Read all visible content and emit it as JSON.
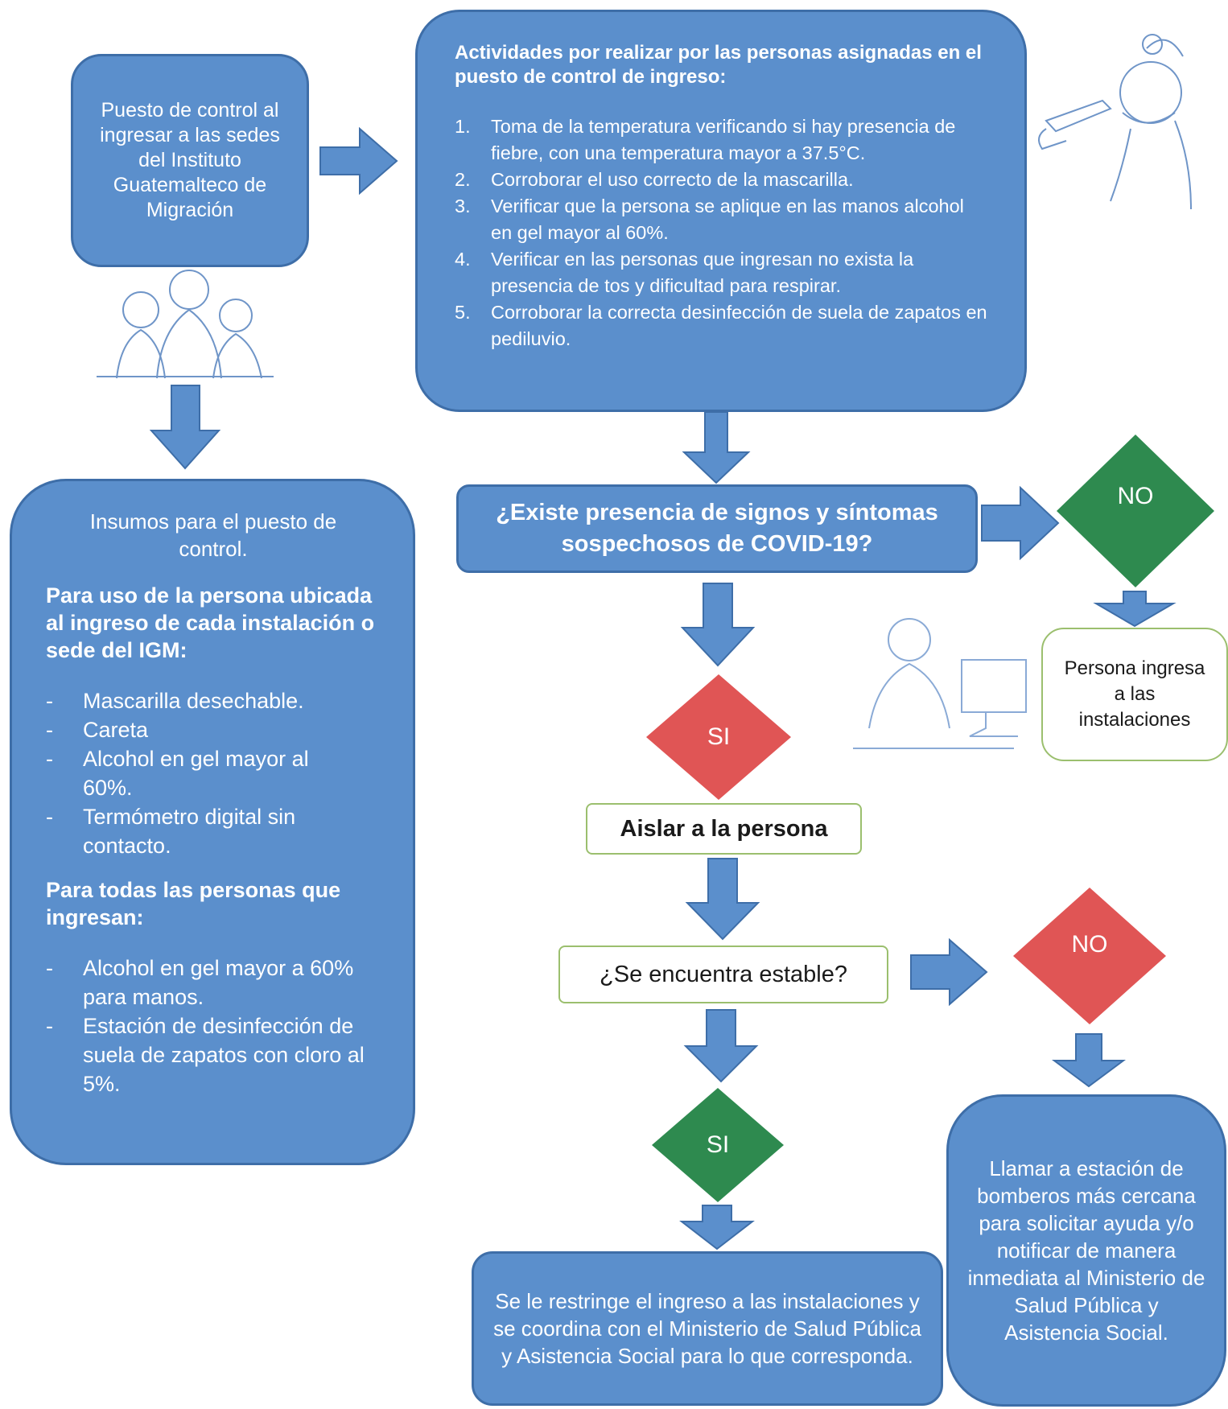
{
  "colors": {
    "box": "#5b8fcc",
    "box_border": "#3e6ea8",
    "arrow": "#5b8fcc",
    "green": "#2e8a4f",
    "red": "#e05555",
    "outline": "#9bbf6e"
  },
  "control_box": {
    "text": "Puesto de control al ingresar a las sedes del Instituto Guatemalteco de Migración"
  },
  "activities": {
    "title": "Actividades por realizar por las personas asignadas en el puesto de control de ingreso:",
    "items": [
      {
        "num": "1.",
        "text": "Toma de la temperatura verificando si hay presencia de fiebre, con una temperatura mayor a 37.5°C."
      },
      {
        "num": "2.",
        "text": "Corroborar el uso correcto de la mascarilla."
      },
      {
        "num": "3.",
        "text": "Verificar que la persona se aplique en las manos alcohol en gel mayor al 60%."
      },
      {
        "num": "4.",
        "text": "Verificar en las personas que ingresan no exista la presencia de tos y dificultad para respirar."
      },
      {
        "num": "5.",
        "text": "Corroborar la correcta desinfección de suela de zapatos en pediluvio."
      }
    ]
  },
  "supplies": {
    "title": "Insumos para el puesto de control.",
    "staff_heading": "Para uso de la persona ubicada al ingreso de cada instalación o sede del IGM:",
    "staff_items": [
      "Mascarilla desechable.",
      "Careta",
      "Alcohol en gel mayor al 60%.",
      "Termómetro digital sin contacto."
    ],
    "visitors_heading": "Para todas las personas que ingresan:",
    "visitors_items": [
      "Alcohol en gel mayor a 60% para manos.",
      "Estación de desinfección de suela de zapatos con cloro al 5%."
    ],
    "dash": "-"
  },
  "question1": "¿Existe presencia de signos y síntomas sospechosos de COVID-19?",
  "no1": "NO",
  "enter": "Persona ingresa a las instalaciones",
  "si1": "SI",
  "isolate": "Aislar a la persona",
  "question2": "¿Se encuentra estable?",
  "no2": "NO",
  "si2": "SI",
  "restrict": "Se le restringe el ingreso a las instalaciones y se coordina con el Ministerio de Salud Pública y Asistencia Social para lo que corresponda.",
  "call": "Llamar a estación de bomberos más cercana para solicitar ayuda y/o notificar de manera inmediata al Ministerio de Salud Pública y Asistencia Social."
}
